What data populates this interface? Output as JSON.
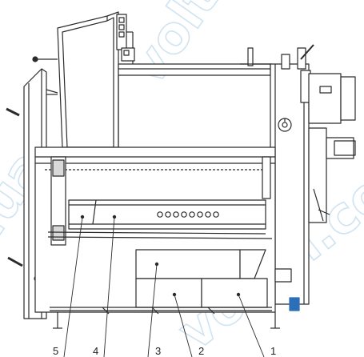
{
  "diagram": {
    "callouts": [
      {
        "id": "5",
        "label": "5"
      },
      {
        "id": "4",
        "label": "4"
      },
      {
        "id": "3",
        "label": "3"
      },
      {
        "id": "2",
        "label": "2"
      },
      {
        "id": "1",
        "label": "1"
      }
    ],
    "watermark": {
      "line1": "volta",
      "line2": "voltal.com",
      "line3": ".ua"
    },
    "colors": {
      "ink": "#2b2b2b",
      "light": "#7a7a7a",
      "shade": "#d9d9d9",
      "watermark": "#a9cde6",
      "accent": "#2a6fb8"
    }
  }
}
